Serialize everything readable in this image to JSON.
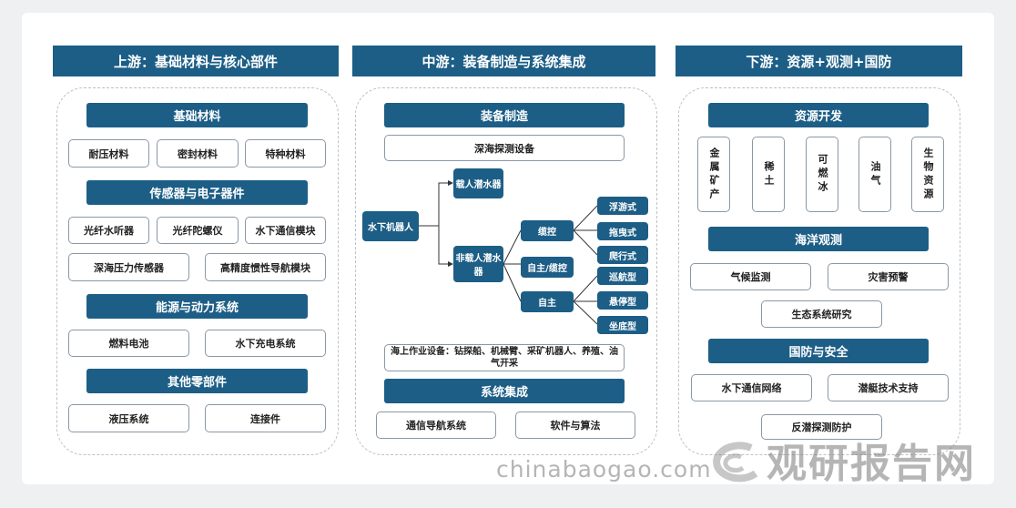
{
  "headers": [
    "上游：基础材料与核心部件",
    "中游：装备制造与系统集成",
    "下游：资源+观测+国防"
  ],
  "upstream": {
    "materials": {
      "title": "基础材料",
      "items": [
        "耐压材料",
        "密封材料",
        "特种材料"
      ]
    },
    "sensors": {
      "title": "传感器与电子器件",
      "items": [
        "光纤水听器",
        "光纤陀螺仪",
        "水下通信模块",
        "深海压力传感器",
        "高精度惯性导航模块"
      ]
    },
    "energy": {
      "title": "能源与动力系统",
      "items": [
        "燃料电池",
        "水下充电系统"
      ]
    },
    "other": {
      "title": "其他零部件",
      "items": [
        "液压系统",
        "连接件"
      ]
    }
  },
  "midstream": {
    "manufacturing": {
      "title": "装备制造",
      "deep_sea": "深海探测设备"
    },
    "robot": {
      "root": "水下机器人",
      "manned": "载人潜水器",
      "unmanned": "非载人潜水器",
      "types": [
        "缆控",
        "自主/缆控",
        "自主"
      ],
      "cable_sub": [
        "浮游式",
        "拖曳式",
        "爬行式"
      ],
      "auto_sub": [
        "巡航型",
        "悬停型",
        "坐底型"
      ]
    },
    "offshore": "海上作业设备：钻探船、机械臂、采矿机器人、养殖、油气开采",
    "integration": {
      "title": "系统集成",
      "items": [
        "通信导航系统",
        "软件与算法"
      ]
    }
  },
  "downstream": {
    "resources": {
      "title": "资源开发",
      "items": [
        "金属矿产",
        "稀土",
        "可燃冰",
        "油气",
        "生物资源"
      ]
    },
    "observation": {
      "title": "海洋观测",
      "items": [
        "气候监测",
        "灾害预警",
        "生态系统研究"
      ]
    },
    "defense": {
      "title": "国防与安全",
      "items": [
        "水下通信网络",
        "潜艇技术支持",
        "反潜探测防护"
      ]
    }
  },
  "watermark": {
    "cn": "观研报告网",
    "en": "chinabaogao.com"
  }
}
